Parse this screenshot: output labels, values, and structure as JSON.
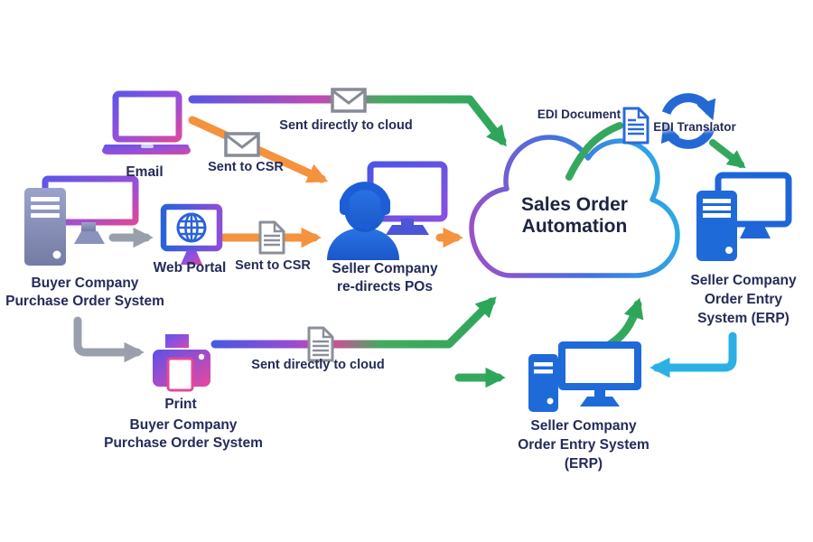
{
  "title": "Sales Order Automation",
  "colors": {
    "purple": "#7a52dc",
    "magenta": "#c8489e",
    "green": "#2da65a",
    "orange": "#f5923e",
    "blue": "#1e66d8",
    "cyan": "#2bb0e4",
    "slate": "#8b93bd",
    "gray": "#9aa0ab",
    "navy": "#242b58"
  },
  "nodes": {
    "email": {
      "label": "Email"
    },
    "buyer_top": {
      "line1": "Buyer Company",
      "line2": "Purchase Order System"
    },
    "web_portal": {
      "label": "Web Portal"
    },
    "seller_csr": {
      "line1": "Seller Company",
      "line2": "re-directs POs"
    },
    "cloud": {
      "line1": "Sales Order",
      "line2": "Automation"
    },
    "edi_document": {
      "label": "EDI Document"
    },
    "edi_translator": {
      "label": "EDI Translator"
    },
    "erp_right": {
      "line1": "Seller Company",
      "line2": "Order Entry",
      "line3": "System (ERP)"
    },
    "erp_bottom": {
      "line1": "Seller Company",
      "line2": "Order Entry System",
      "line3": "(ERP)"
    },
    "print": {
      "label": "Print"
    },
    "buyer_bottom": {
      "line1": "Buyer Company",
      "line2": "Purchase Order System"
    }
  },
  "edges": {
    "email_to_cloud": {
      "label": "Sent directly to cloud"
    },
    "email_to_csr": {
      "label": "Sent to CSR"
    },
    "portal_to_csr": {
      "label": "Sent to CSR"
    },
    "print_to_cloud": {
      "label": "Sent directly to cloud"
    }
  },
  "icons": {
    "laptop-icon": "laptop",
    "envelope-icon": "mail envelope",
    "desktop-computer-icon": "tower with monitor",
    "web-portal-icon": "monitor with globe",
    "headset-agent-icon": "person with headset at monitor",
    "cloud-icon": "cloud outline",
    "document-icon": "paper document",
    "sync-arrows-icon": "circular translate arrows",
    "printer-icon": "printer",
    "arrow-icon": "flow arrow"
  }
}
